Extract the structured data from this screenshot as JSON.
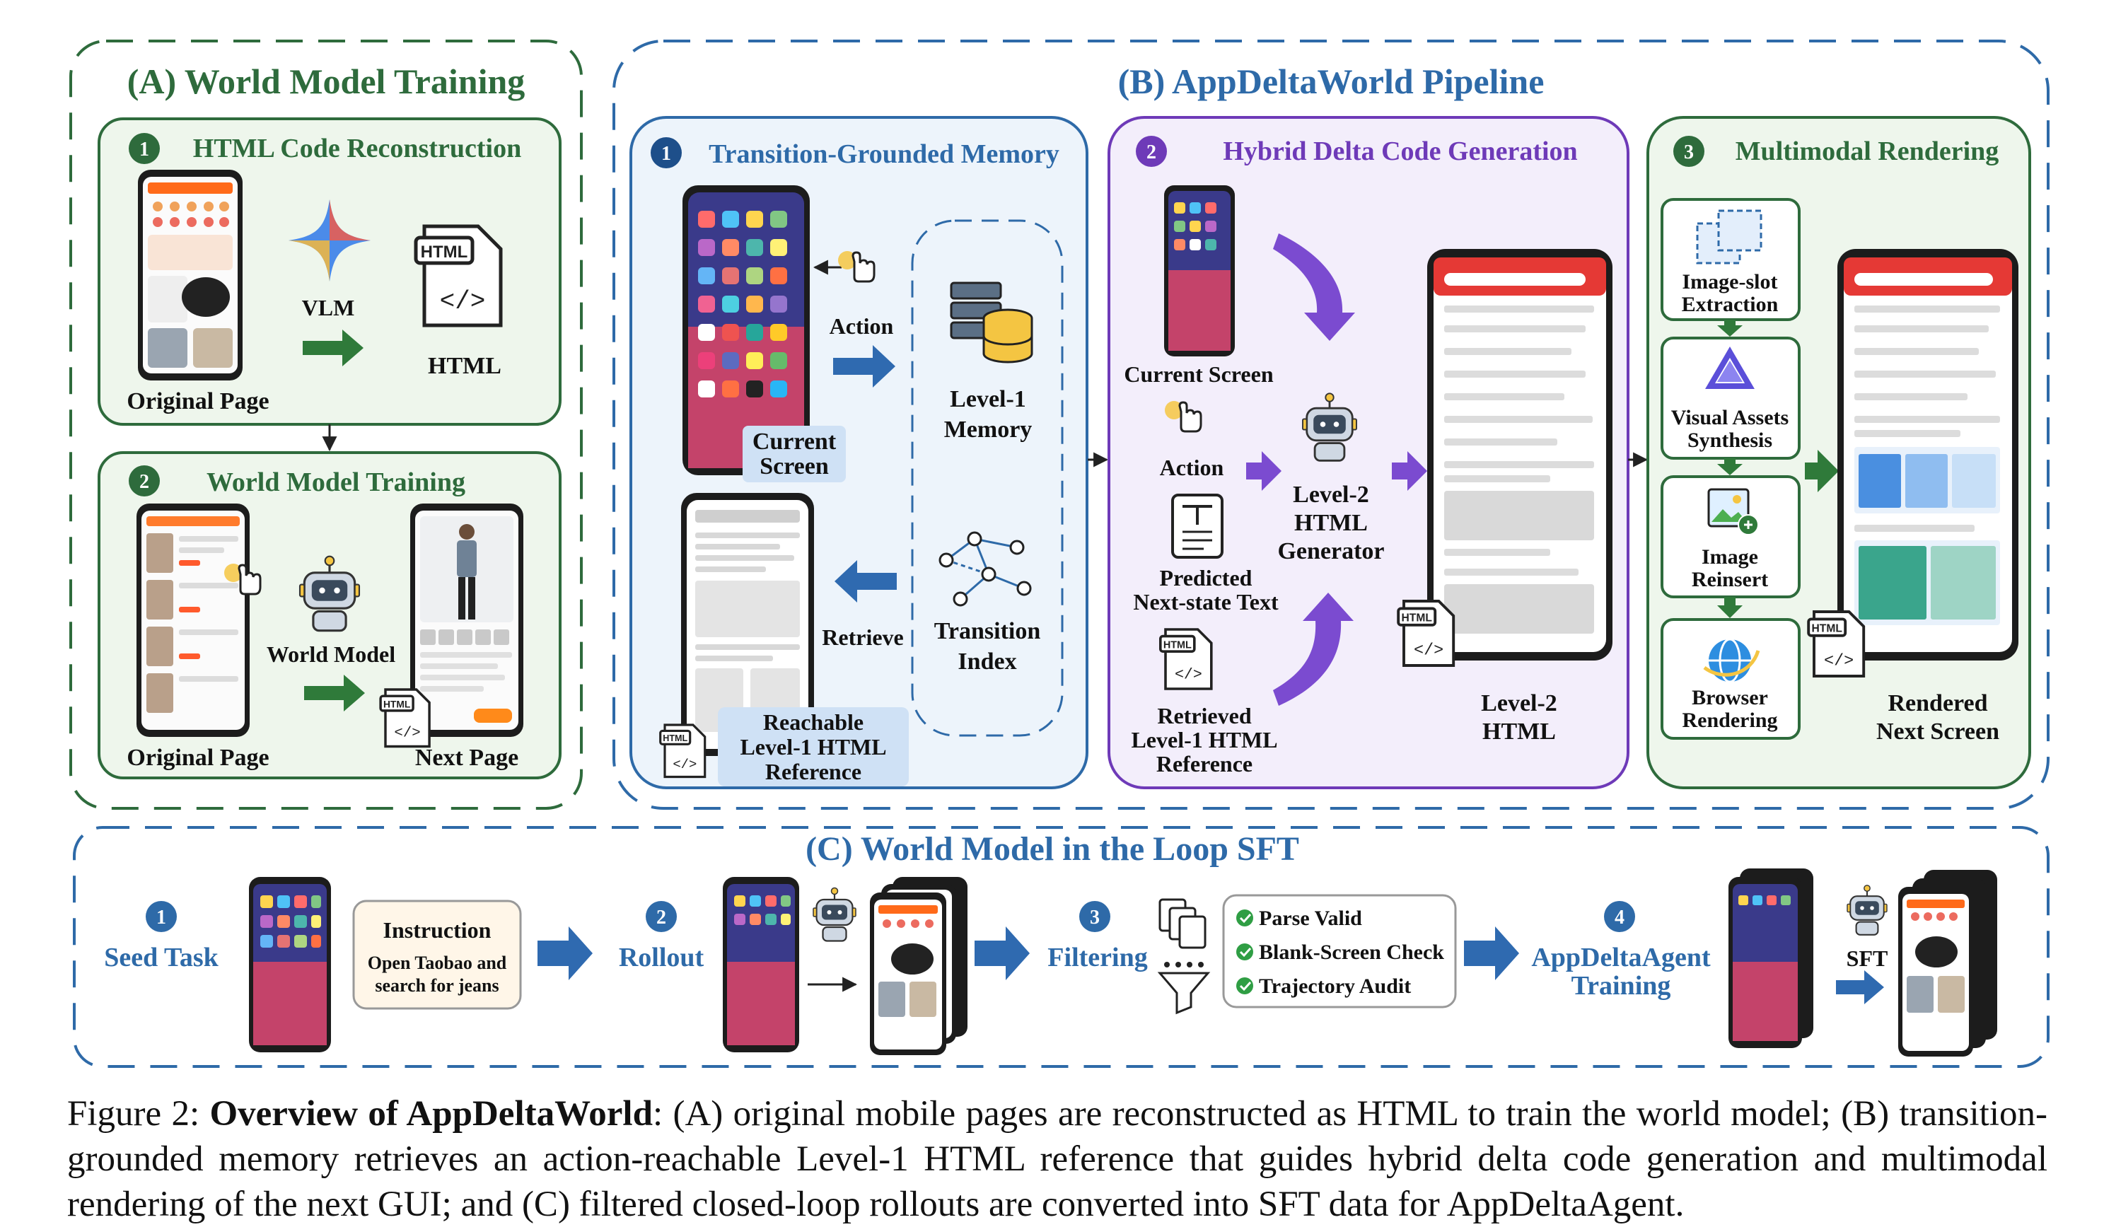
{
  "colors": {
    "green": "#2e6b3c",
    "blue": "#2e6aa8",
    "purple": "#6e3ab8",
    "arrow_green": "#2f7a3a",
    "arrow_blue": "#2f6ab0",
    "arrow_purple": "#7b4bd0"
  },
  "panel_a": {
    "title": "(A) World Model Training",
    "step1": {
      "num": "1",
      "title": "HTML Code Reconstruction",
      "vlm": "VLM",
      "html": "HTML",
      "original": "Original Page"
    },
    "step2": {
      "num": "2",
      "title": "World Model Training",
      "world_model": "World Model",
      "original": "Original Page",
      "next": "Next Page"
    }
  },
  "panel_b": {
    "title": "(B) AppDeltaWorld Pipeline",
    "memory": {
      "num": "1",
      "title": "Transition-Grounded Memory",
      "action": "Action",
      "current_screen_1": "Current",
      "current_screen_2": "Screen",
      "level1_1": "Level-1",
      "level1_2": "Memory",
      "retrieve": "Retrieve",
      "index_1": "Transition",
      "index_2": "Index",
      "reach_1": "Reachable",
      "reach_2": "Level-1 HTML",
      "reach_3": "Reference"
    },
    "delta": {
      "num": "2",
      "title": "Hybrid Delta Code Generation",
      "current_screen": "Current Screen",
      "action": "Action",
      "pred_1": "Predicted",
      "pred_2": "Next-state Text",
      "ret_1": "Retrieved",
      "ret_2": "Level-1 HTML",
      "ret_3": "Reference",
      "gen_1": "Level-2",
      "gen_2": "HTML",
      "gen_3": "Generator",
      "out_1": "Level-2",
      "out_2": "HTML"
    },
    "render": {
      "num": "3",
      "title": "Multimodal Rendering",
      "s1_1": "Image-slot",
      "s1_2": "Extraction",
      "s2_1": "Visual Assets",
      "s2_2": "Synthesis",
      "s3_1": "Image",
      "s3_2": "Reinsert",
      "s4_1": "Browser",
      "s4_2": "Rendering",
      "out_1": "Rendered",
      "out_2": "Next Screen"
    }
  },
  "panel_c": {
    "title": "(C) World Model in the Loop SFT",
    "seed_num": "1",
    "seed": "Seed Task",
    "instr_title": "Instruction",
    "instr_1": "Open Taobao and",
    "instr_2": "search for jeans",
    "rollout_num": "2",
    "rollout": "Rollout",
    "filter_num": "3",
    "filter": "Filtering",
    "checks": [
      "Parse Valid",
      "Blank-Screen Check",
      "Trajectory Audit"
    ],
    "agent_num": "4",
    "agent_1": "AppDeltaAgent",
    "agent_2": "Training",
    "sft": "SFT"
  },
  "caption": {
    "prefix": "Figure 2: ",
    "bold": "Overview of AppDeltaWorld",
    "text": ": (A) original mobile pages are reconstructed as HTML to train the world model; (B) transition-grounded memory retrieves an action-reachable Level-1 HTML reference that guides hybrid delta code generation and multimodal rendering of the next GUI; and (C) filtered closed-loop rollouts are converted into SFT data for AppDeltaAgent."
  }
}
